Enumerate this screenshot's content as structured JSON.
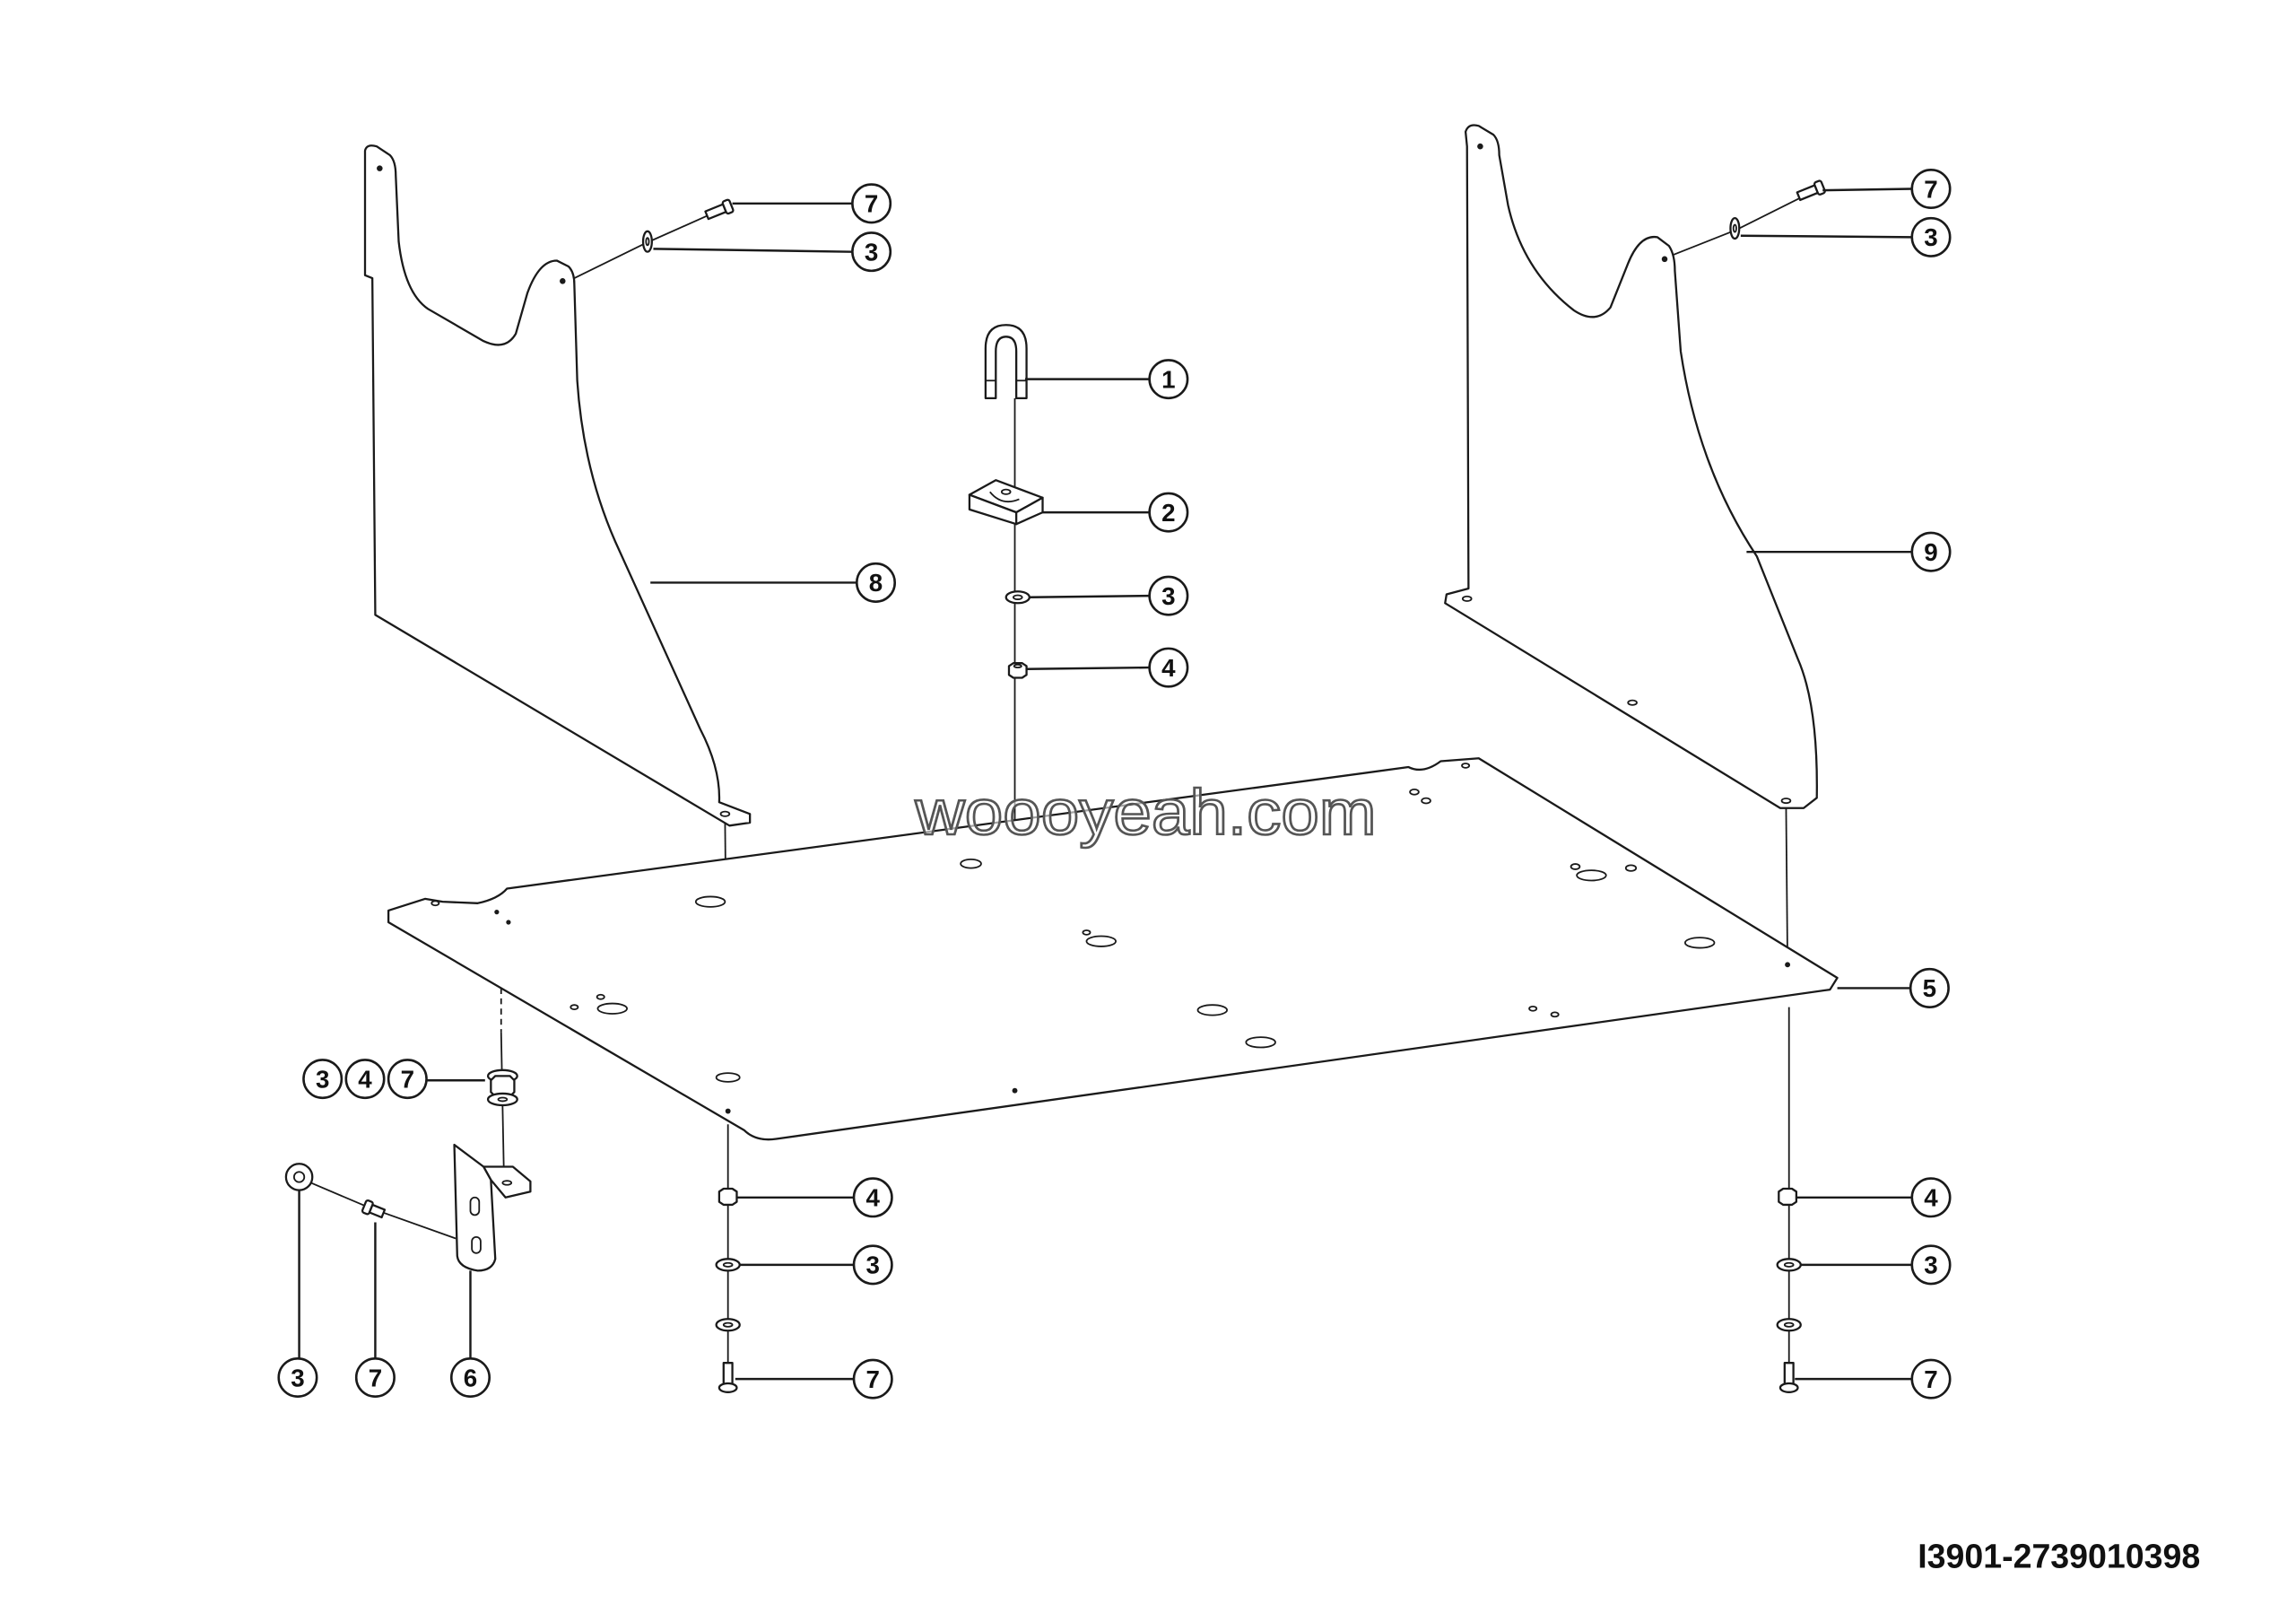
{
  "drawing_id": "I3901-2739010398",
  "watermark": "woooyeah.com",
  "callouts": [
    {
      "label": "7"
    },
    {
      "label": "3"
    },
    {
      "label": "8"
    },
    {
      "label": "1"
    },
    {
      "label": "2"
    },
    {
      "label": "3"
    },
    {
      "label": "4"
    },
    {
      "label": "7"
    },
    {
      "label": "3"
    },
    {
      "label": "9"
    },
    {
      "label": "5"
    },
    {
      "label": "3"
    },
    {
      "label": "4"
    },
    {
      "label": "7"
    },
    {
      "label": "4"
    },
    {
      "label": "3"
    },
    {
      "label": "7"
    },
    {
      "label": "4"
    },
    {
      "label": "3"
    },
    {
      "label": "7"
    },
    {
      "label": "3"
    },
    {
      "label": "7"
    },
    {
      "label": "6"
    }
  ]
}
